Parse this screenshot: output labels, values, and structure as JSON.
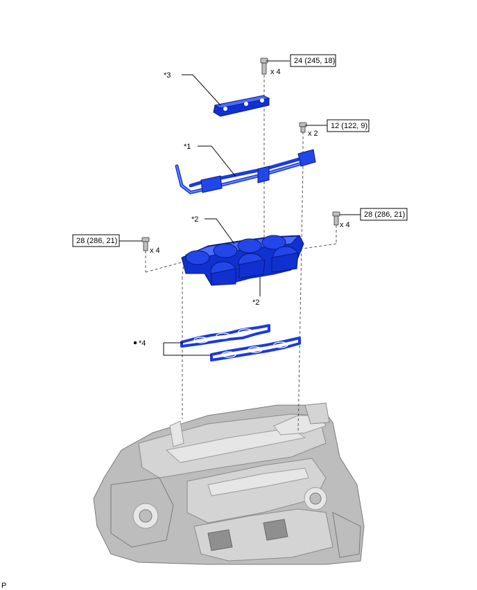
{
  "labels": {
    "part1": "*1",
    "part2_top": "*2",
    "part2_bottom": "*2",
    "part3": "*3",
    "part4": "*4",
    "corner": "P"
  },
  "torque": {
    "t1": "24 (245, 18)",
    "t2": "12 (122, 9)",
    "t3": "28 (286, 21)",
    "t4": "28 (286, 21)"
  },
  "quantity": {
    "q1": "x 4",
    "q2": "x 2",
    "q3": "x 4",
    "q4": "x 4"
  },
  "colors": {
    "part_blue": "#2246e8",
    "engine_gray": "#d4d4d4"
  }
}
